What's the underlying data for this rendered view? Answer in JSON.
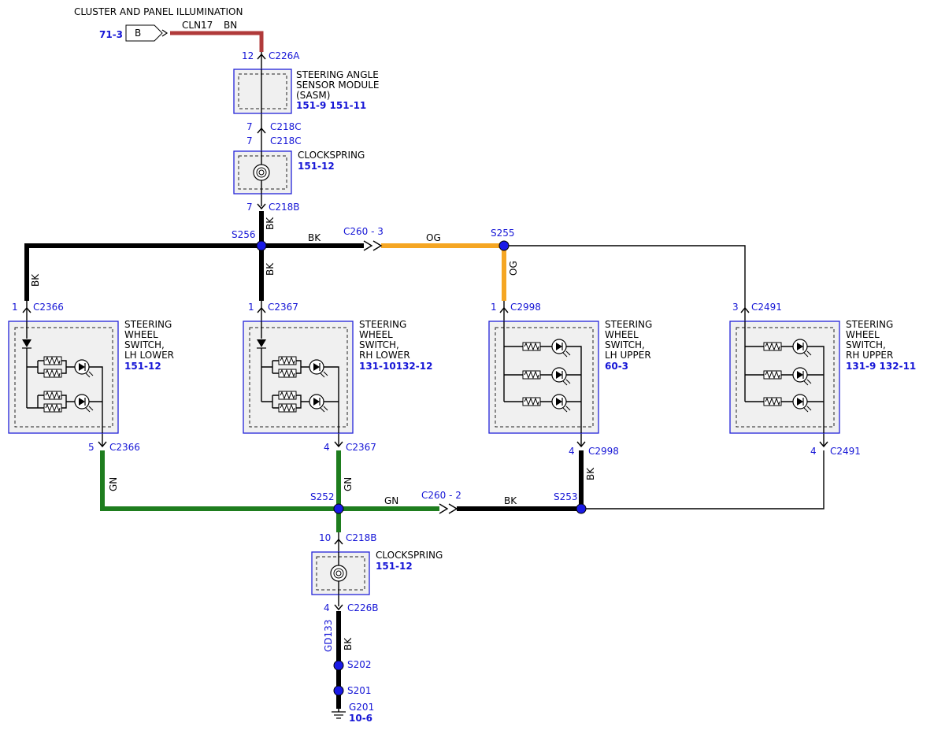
{
  "header": {
    "title": "CLUSTER AND PANEL ILLUMINATION",
    "ref": "71-3",
    "connector_letter": "B",
    "circuit": "CLN17",
    "circuit_color": "BN"
  },
  "colors": {
    "BN": "#b03a3a",
    "BK": "#000000",
    "OG": "#f5a623",
    "GN": "#1e7d1e",
    "ref_blue": "#1515d6",
    "splice_blue": "#1a1ae6",
    "module_border": "#2323d9"
  },
  "connectors": {
    "c226a": {
      "pin": "12",
      "name": "C226A"
    },
    "c218c_1": {
      "pin": "7",
      "name": "C218C"
    },
    "c218c_2": {
      "pin": "7",
      "name": "C218C"
    },
    "c218b_top": {
      "pin": "7",
      "name": "C218B"
    },
    "c2366_in": {
      "pin": "1",
      "name": "C2366"
    },
    "c2367_in": {
      "pin": "1",
      "name": "C2367"
    },
    "c2998_in": {
      "pin": "1",
      "name": "C2998"
    },
    "c2491_in": {
      "pin": "3",
      "name": "C2491"
    },
    "c2366_out": {
      "pin": "5",
      "name": "C2366"
    },
    "c2367_out": {
      "pin": "4",
      "name": "C2367"
    },
    "c2998_out": {
      "pin": "4",
      "name": "C2998"
    },
    "c2491_out": {
      "pin": "4",
      "name": "C2491"
    },
    "c218b_bot": {
      "pin": "10",
      "name": "C218B"
    },
    "c226b": {
      "pin": "4",
      "name": "C226B"
    },
    "c260_3": {
      "name": "C260 - 3"
    },
    "c260_2": {
      "name": "C260 - 2"
    }
  },
  "splices": {
    "s256": "S256",
    "s255": "S255",
    "s252": "S252",
    "s253": "S253",
    "s202": "S202",
    "s201": "S201"
  },
  "ground": {
    "name": "G201",
    "ref": "10-6"
  },
  "modules": {
    "sasm": {
      "lines": [
        "STEERING ANGLE",
        "SENSOR MODULE",
        "(SASM)"
      ],
      "ref": "151-9  151-11"
    },
    "clockspring_top": {
      "lines": [
        "CLOCKSPRING"
      ],
      "ref": "151-12"
    },
    "clockspring_bot": {
      "lines": [
        "CLOCKSPRING"
      ],
      "ref": "151-12"
    },
    "lh_lower": {
      "lines": [
        "STEERING",
        "WHEEL",
        "SWITCH,",
        "LH LOWER"
      ],
      "ref": "151-12"
    },
    "rh_lower": {
      "lines": [
        "STEERING",
        "WHEEL",
        "SWITCH,",
        "RH LOWER"
      ],
      "ref": "131-10132-12"
    },
    "lh_upper": {
      "lines": [
        "STEERING",
        "WHEEL",
        "SWITCH,",
        "LH UPPER"
      ],
      "ref": "60-3"
    },
    "rh_upper": {
      "lines": [
        "STEERING",
        "WHEEL",
        "SWITCH,",
        "RH UPPER"
      ],
      "ref": "131-9  132-11"
    }
  },
  "wire_labels": {
    "bk_top": "BK",
    "bk_bus": "BK",
    "og_bus": "OG",
    "og_drop": "OG",
    "bk_left": "BK",
    "bk_mid": "BK",
    "gn_left": "GN",
    "gn_mid": "GN",
    "gn_bus": "GN",
    "bk_bus2": "BK",
    "bk_right": "BK",
    "gd133": "GD133",
    "bk_ground": "BK"
  }
}
